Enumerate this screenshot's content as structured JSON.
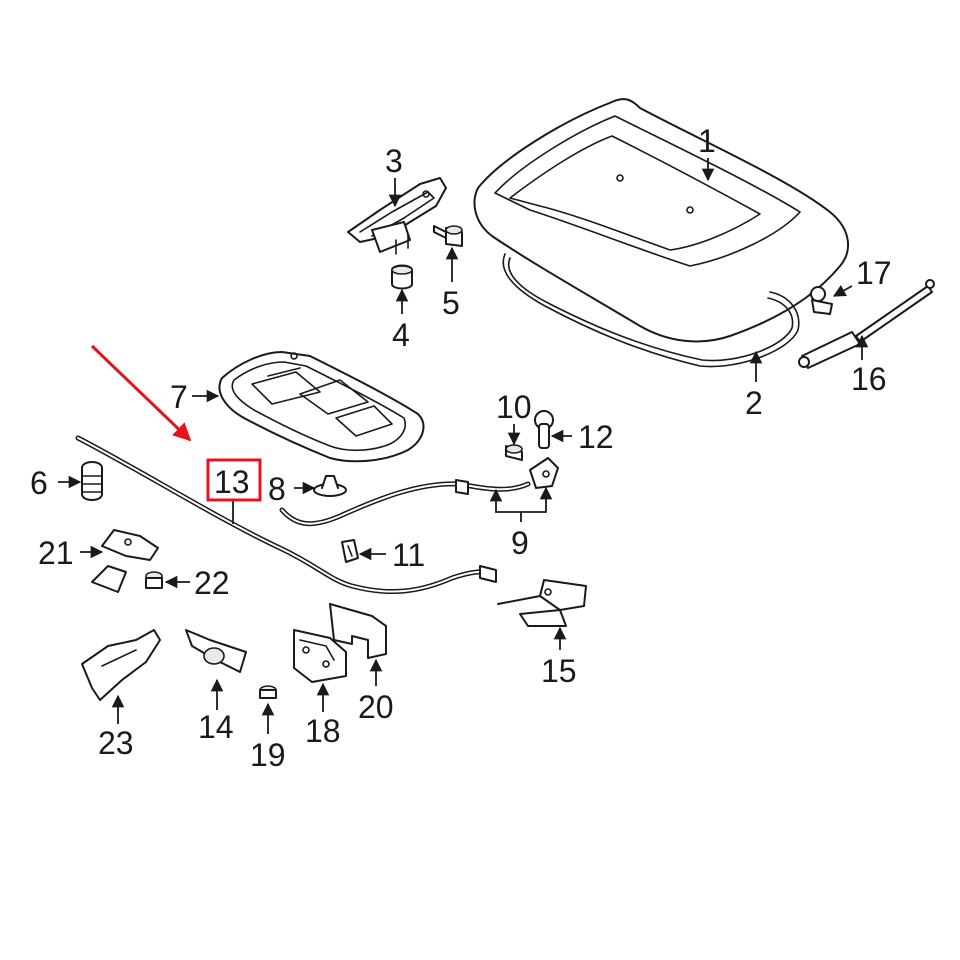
{
  "callouts": [
    {
      "id": "c1",
      "label": "1"
    },
    {
      "id": "c2",
      "label": "2"
    },
    {
      "id": "c3",
      "label": "3"
    },
    {
      "id": "c4",
      "label": "4"
    },
    {
      "id": "c5",
      "label": "5"
    },
    {
      "id": "c6",
      "label": "6"
    },
    {
      "id": "c7",
      "label": "7"
    },
    {
      "id": "c8",
      "label": "8"
    },
    {
      "id": "c9",
      "label": "9"
    },
    {
      "id": "c10",
      "label": "10"
    },
    {
      "id": "c11",
      "label": "11"
    },
    {
      "id": "c12",
      "label": "12"
    },
    {
      "id": "c13",
      "label": "13"
    },
    {
      "id": "c14",
      "label": "14"
    },
    {
      "id": "c15",
      "label": "15"
    },
    {
      "id": "c16",
      "label": "16"
    },
    {
      "id": "c17",
      "label": "17"
    },
    {
      "id": "c18",
      "label": "18"
    },
    {
      "id": "c19",
      "label": "19"
    },
    {
      "id": "c20",
      "label": "20"
    },
    {
      "id": "c21",
      "label": "21"
    },
    {
      "id": "c22",
      "label": "22"
    },
    {
      "id": "c23",
      "label": "23"
    }
  ],
  "highlight": {
    "label": "13",
    "color": "#e3141c"
  },
  "colors": {
    "line": "#1a1a1a",
    "accent": "#e3141c",
    "background": "#ffffff"
  }
}
